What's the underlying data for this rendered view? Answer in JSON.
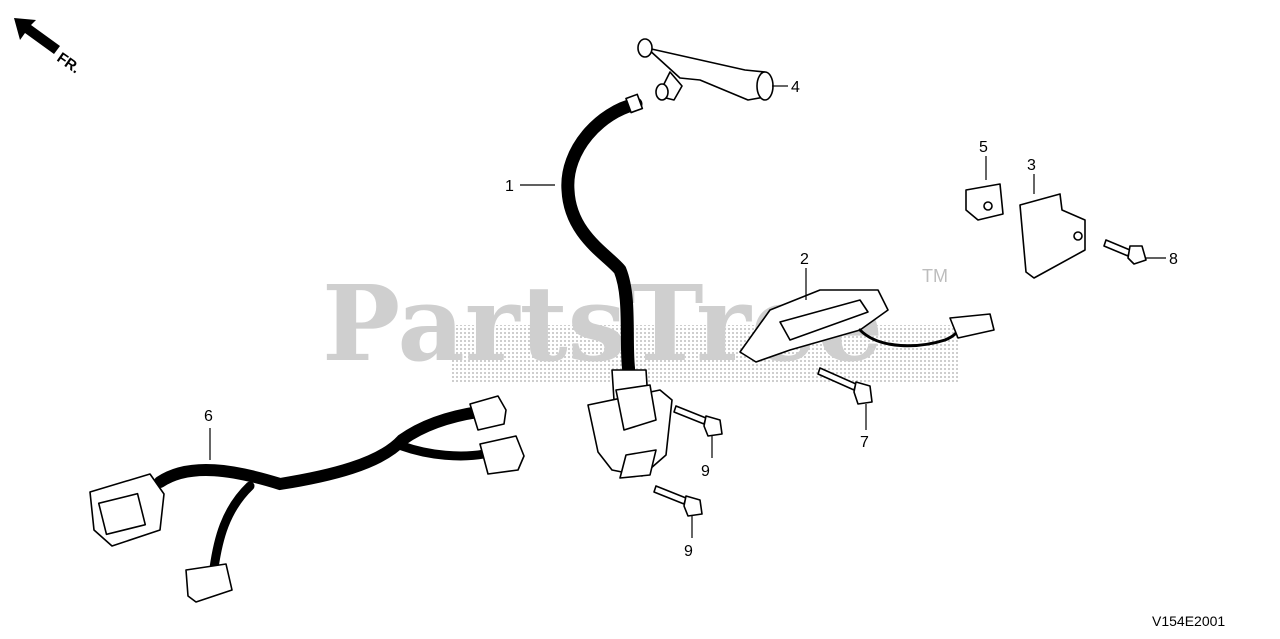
{
  "orientation": {
    "label": "FR."
  },
  "watermark": {
    "brand": "PartsTree",
    "trademark": "TM"
  },
  "diagram_code": "V154E2001",
  "callouts": {
    "c1": "1",
    "c2": "2",
    "c3": "3",
    "c4": "4",
    "c5": "5",
    "c6": "6",
    "c7": "7",
    "c8": "8",
    "c9a": "9",
    "c9b": "9"
  },
  "icons": {
    "orientation_arrow": "arrow-up-left-icon"
  }
}
